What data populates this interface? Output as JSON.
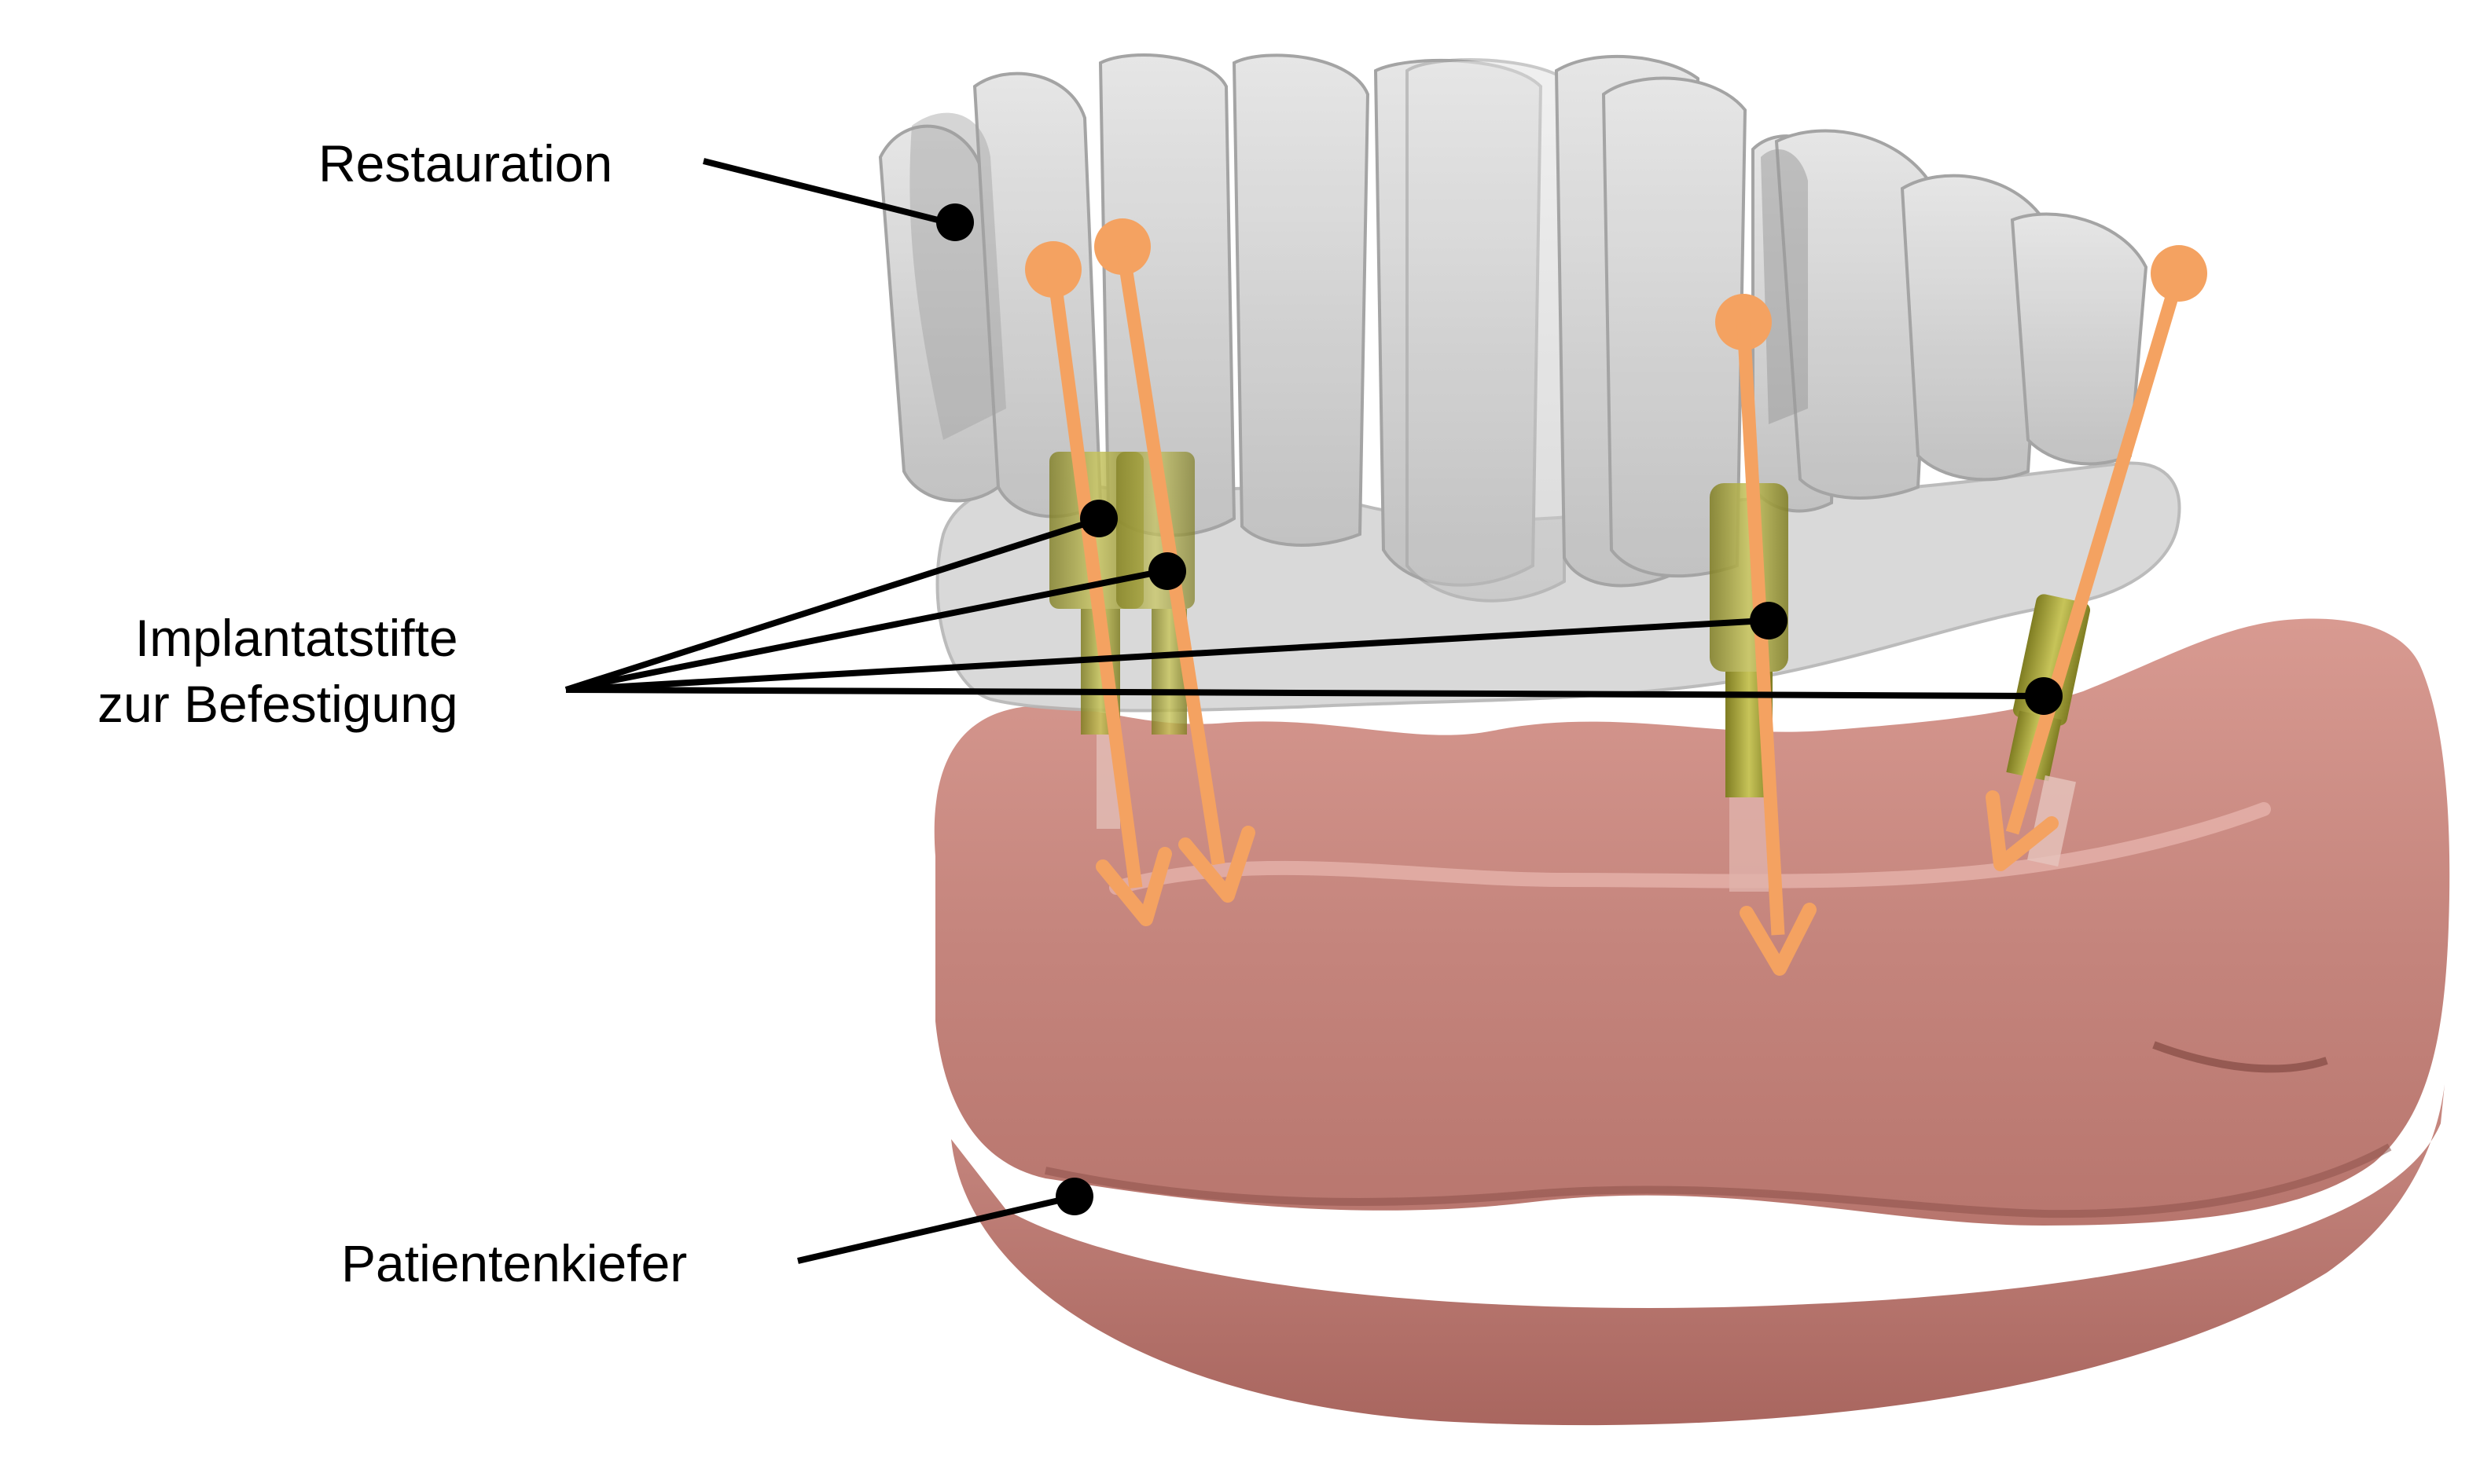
{
  "labels": {
    "restoration": "Restauration",
    "implants_line1": "Implantatstifte",
    "implants_line2": "zur Befestigung",
    "jaw": "Patientenkiefer"
  },
  "colors": {
    "background": "#ffffff",
    "restoration": "#cfcfcf",
    "restoration_shadow": "#a9a9a9",
    "jaw": "#c98a82",
    "jaw_dark": "#9c5f58",
    "implant_post": "#a7a53f",
    "arrow": "#f4a261",
    "leader": "#000000"
  }
}
